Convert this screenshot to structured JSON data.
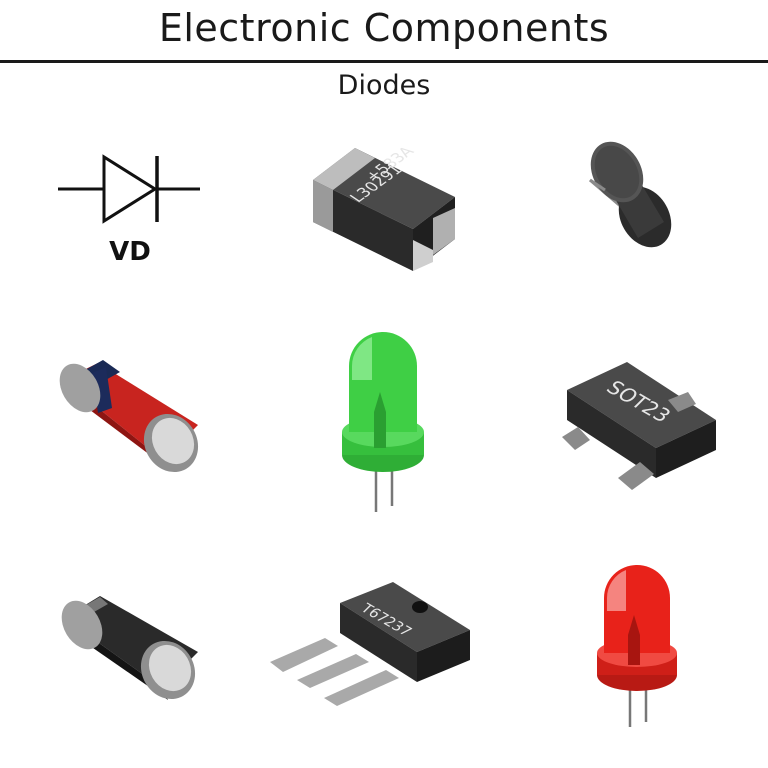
{
  "title": "Electronic Components",
  "subtitle": "Diodes",
  "components": [
    {
      "name": "diode-symbol",
      "label": "VD"
    },
    {
      "name": "smd-diode-package",
      "markings": [
        "+583A",
        "L30291"
      ]
    },
    {
      "name": "axial-disc-diode"
    },
    {
      "name": "melf-diode-red"
    },
    {
      "name": "led-green",
      "color": "#3fcf45"
    },
    {
      "name": "sot23-diode",
      "marking": "SOT23"
    },
    {
      "name": "melf-diode-black"
    },
    {
      "name": "to-diode-package",
      "marking": "T67237"
    },
    {
      "name": "led-red",
      "color": "#e8221a"
    }
  ]
}
